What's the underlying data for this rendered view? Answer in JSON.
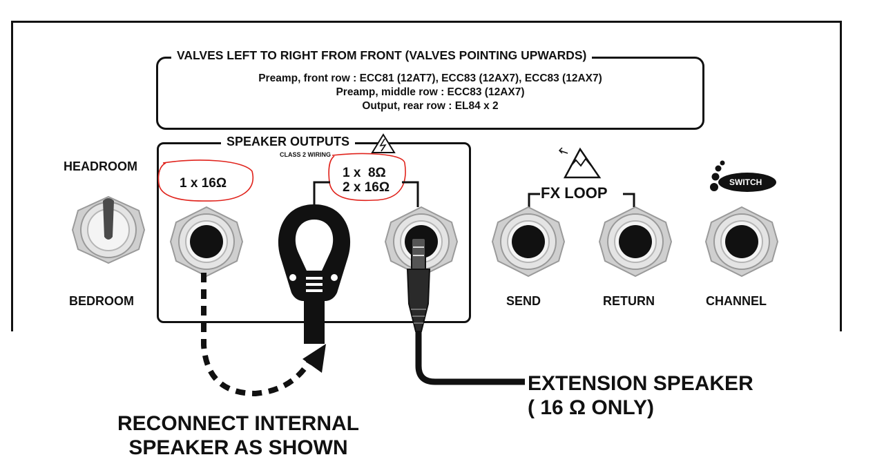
{
  "valves": {
    "title": "VALVES LEFT TO RIGHT FROM FRONT (VALVES POINTING UPWARDS)",
    "lines": [
      "Preamp, front row : ECC81 (12AT7), ECC83 (12AX7), ECC83 (12AX7)",
      "Preamp, middle row : ECC83 (12AX7)",
      "Output, rear row : EL84 x 2"
    ]
  },
  "speaker_outputs": {
    "title": "SPEAKER OUTPUTS",
    "subtitle": "CLASS 2 WIRING",
    "output1_label": "1 x 16Ω",
    "output2_label_line1": "1 x  8Ω",
    "output2_label_line2": "2 x 16Ω"
  },
  "switch": {
    "top_label": "HEADROOM",
    "bottom_label": "BEDROOM"
  },
  "fx_loop": {
    "title": "FX LOOP",
    "send_label": "SEND",
    "return_label": "RETURN"
  },
  "channel": {
    "badge": "SWITCH",
    "label": "CHANNEL"
  },
  "callouts": {
    "extension_line1": "EXTENSION SPEAKER",
    "extension_line2": "( 16 Ω ONLY)",
    "reconnect_line1": "RECONNECT INTERNAL",
    "reconnect_line2": "SPEAKER AS SHOWN"
  },
  "colors": {
    "line": "#111111",
    "highlight": "#e0221b",
    "jack_outer": "#d3d3d3",
    "jack_face": "#f2f2f2"
  }
}
